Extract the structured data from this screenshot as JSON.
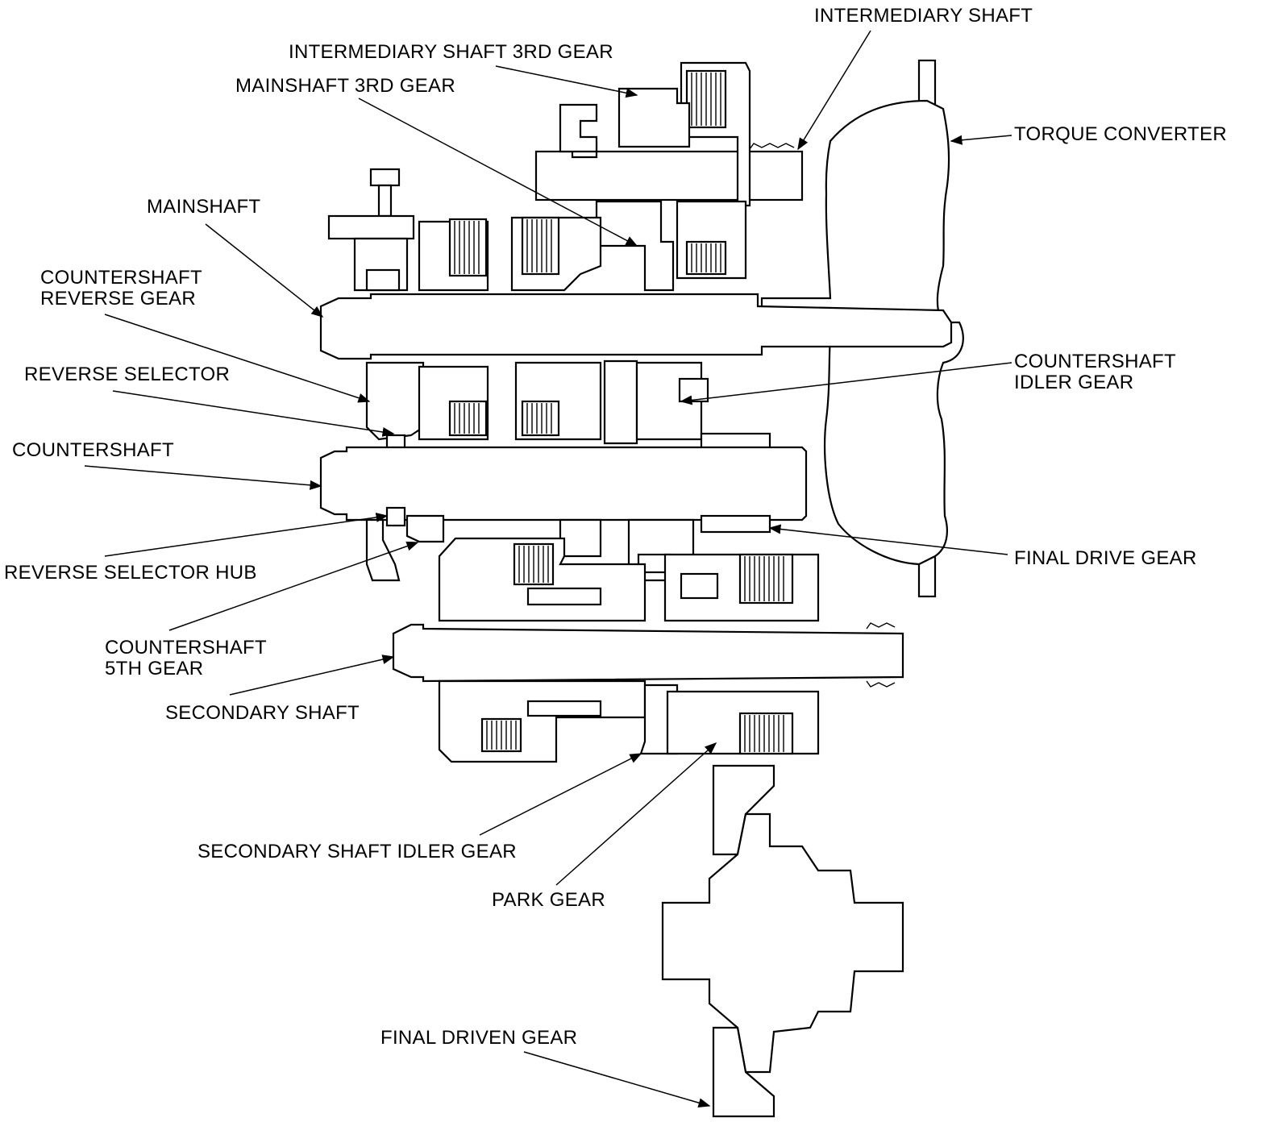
{
  "labels": {
    "intermediary_shaft": "INTERMEDIARY SHAFT",
    "intermediary_shaft_3rd_gear": "INTERMEDIARY SHAFT 3RD GEAR",
    "mainshaft_3rd_gear": "MAINSHAFT 3RD GEAR",
    "torque_converter": "TORQUE CONVERTER",
    "mainshaft": "MAINSHAFT",
    "countershaft_reverse_gear": [
      "COUNTERSHAFT",
      "REVERSE GEAR"
    ],
    "reverse_selector": "REVERSE SELECTOR",
    "countershaft_idler_gear": [
      "COUNTERSHAFT",
      "IDLER GEAR"
    ],
    "countershaft": "COUNTERSHAFT",
    "final_drive_gear": "FINAL DRIVE GEAR",
    "reverse_selector_hub": "REVERSE SELECTOR HUB",
    "countershaft_5th_gear": [
      "COUNTERSHAFT",
      "5TH GEAR"
    ],
    "secondary_shaft": "SECONDARY SHAFT",
    "secondary_shaft_idler_gear": "SECONDARY SHAFT IDLER GEAR",
    "park_gear": "PARK GEAR",
    "final_driven_gear": "FINAL DRIVEN GEAR"
  },
  "colors": {
    "line": "#000000",
    "background": "#ffffff"
  }
}
